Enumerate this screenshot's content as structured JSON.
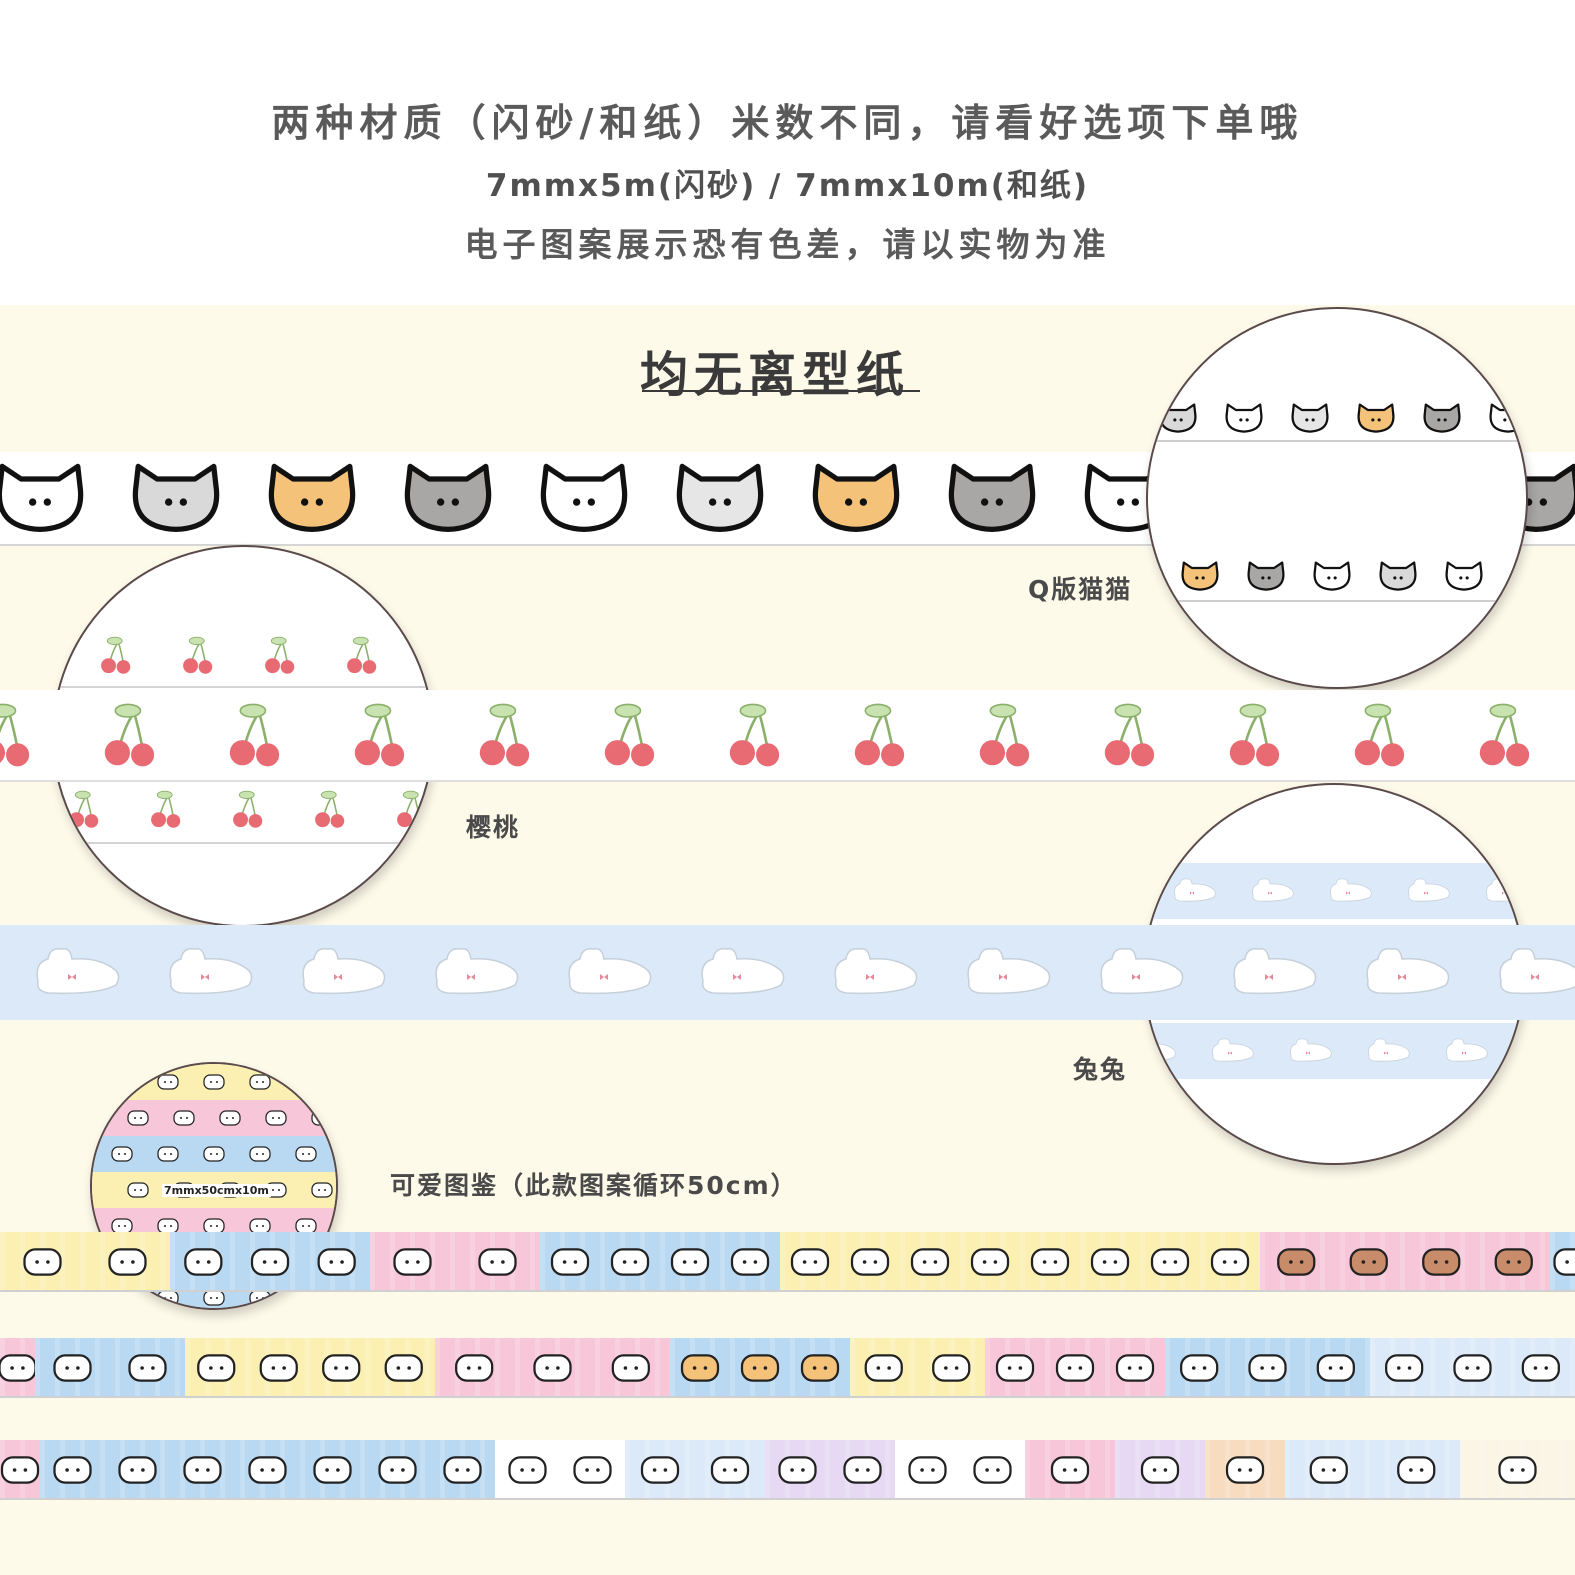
{
  "header": {
    "line1": "两种材质（闪砂/和纸）米数不同，请看好选项下单哦",
    "line2": "7mmx5m(闪砂) / 7mmx10m(和纸)",
    "line3": "电子图案展示恐有色差，请以实物为准"
  },
  "title": "均无离型纸",
  "products": [
    {
      "label": "Q版猫猫"
    },
    {
      "label": "樱桃"
    },
    {
      "label": "兔兔"
    },
    {
      "label": "可爱图鉴（此款图案循环50cm）"
    }
  ],
  "zoom_tag": "7mmx50cmx10m",
  "colors": {
    "background": "#fdfaea",
    "cat_orange": "#f5c27a",
    "cat_gray": "#a9a6a6",
    "cherry": "#e86a72",
    "bunny_tape": "#dbe9f8",
    "pink_panel": "#f7c6d8",
    "blue_panel": "#b9d8f2",
    "yellow_panel": "#fbf0b2"
  }
}
